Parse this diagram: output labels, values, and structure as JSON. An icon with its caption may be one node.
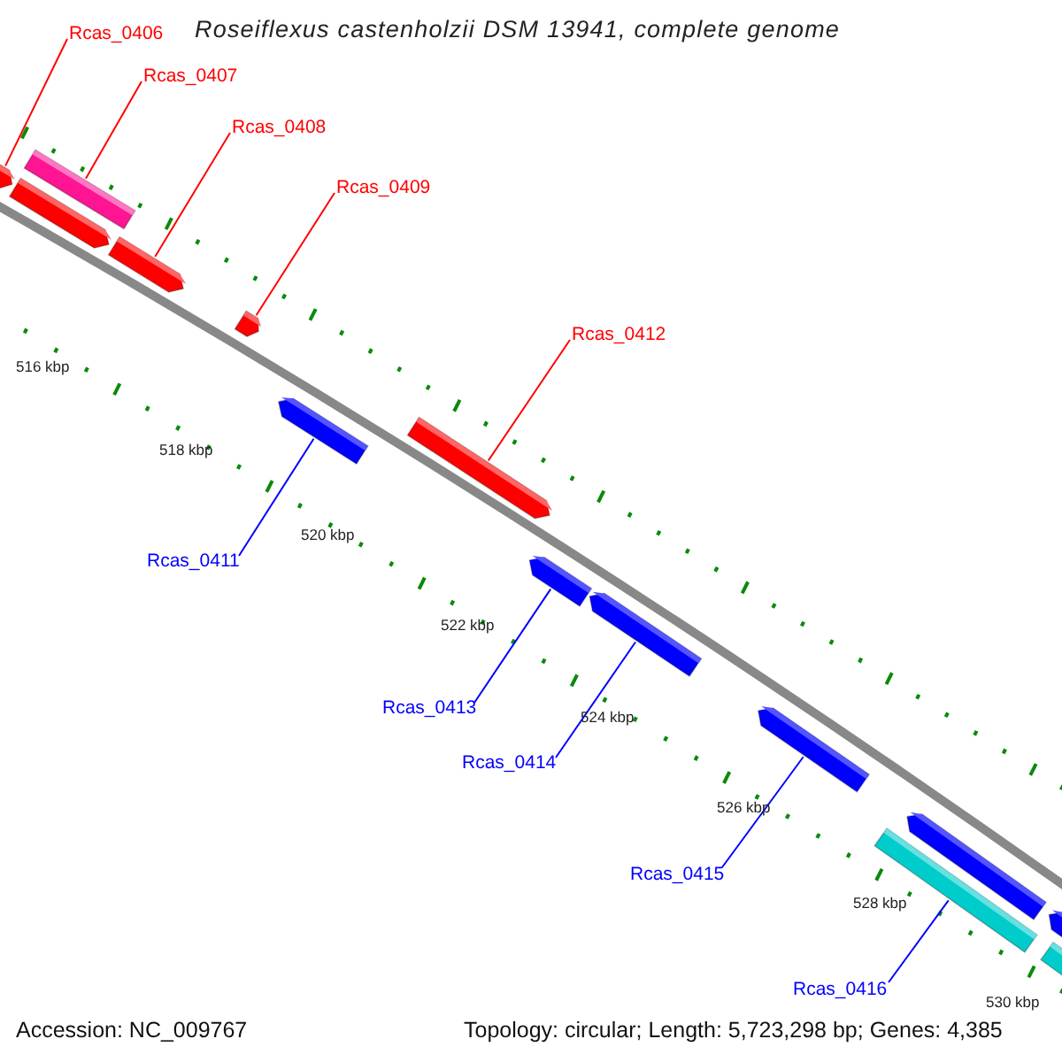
{
  "diagram": {
    "title": "Roseiflexus castenholzii DSM 13941, complete genome",
    "nodes": [
      {
        "text": [
          "Rcas_0406"
        ]
      },
      {
        "text": [
          "Rcas_0407"
        ]
      },
      {
        "text": [
          "Rcas_0408"
        ]
      },
      {
        "text": [
          "Rcas_0409"
        ]
      },
      {
        "text": [
          "Rcas_0412"
        ]
      },
      {
        "text": [
          "Rcas_0411"
        ]
      },
      {
        "text": [
          "Rcas_0413"
        ]
      },
      {
        "text": [
          "Rcas_0414"
        ]
      },
      {
        "text": [
          "Rcas_0415"
        ]
      },
      {
        "text": [
          "Rcas_0416"
        ]
      },
      {
        "text": [],
        "shape": "bar"
      },
      {
        "text": [],
        "shape": "bar"
      },
      {
        "text": [],
        "shape": "bar"
      },
      {
        "text": [],
        "shape": "bar"
      },
      {
        "text": [],
        "shape": "bar"
      },
      {
        "text": [],
        "shape": "bar"
      },
      {
        "text": [],
        "shape": "bar"
      },
      {
        "text": [],
        "shape": "bar"
      },
      {
        "text": [],
        "shape": "bar"
      },
      {
        "text": [],
        "shape": "bar"
      },
      {
        "text": [],
        "shape": "bar"
      },
      {
        "text": [],
        "shape": "bar"
      },
      {
        "text": [],
        "shape": "bar"
      },
      {
        "text": [],
        "shape": "bar"
      }
    ],
    "edges": [
      {
        "from": 0,
        "to": 10,
        "arrow": "none",
        "color": "#ff0000"
      },
      {
        "from": 1,
        "to": 11,
        "arrow": "none",
        "color": "#ff0000"
      },
      {
        "from": 2,
        "to": 13,
        "arrow": "none",
        "color": "#ff0000"
      },
      {
        "from": 3,
        "to": 14,
        "arrow": "none",
        "color": "#ff0000"
      },
      {
        "from": 4,
        "to": 16,
        "arrow": "none",
        "color": "#ff0000"
      },
      {
        "from": 5,
        "to": 15,
        "arrow": "none",
        "color": "#0000ff"
      },
      {
        "from": 6,
        "to": 17,
        "arrow": "none",
        "color": "#0000ff"
      },
      {
        "from": 7,
        "to": 18,
        "arrow": "none",
        "color": "#0000ff"
      },
      {
        "from": 8,
        "to": 19,
        "arrow": "none",
        "color": "#0000ff"
      },
      {
        "from": 9,
        "to": 20,
        "arrow": "none",
        "color": "#0000ff"
      }
    ],
    "labels": [
      "516 kbp",
      "518 kbp",
      "520 kbp",
      "522 kbp",
      "524 kbp",
      "526 kbp",
      "528 kbp",
      "530 kbp",
      "Accession: NC_009767",
      "Topology: circular; Length: 5,723,298 bp; Genes: 4,385"
    ]
  }
}
